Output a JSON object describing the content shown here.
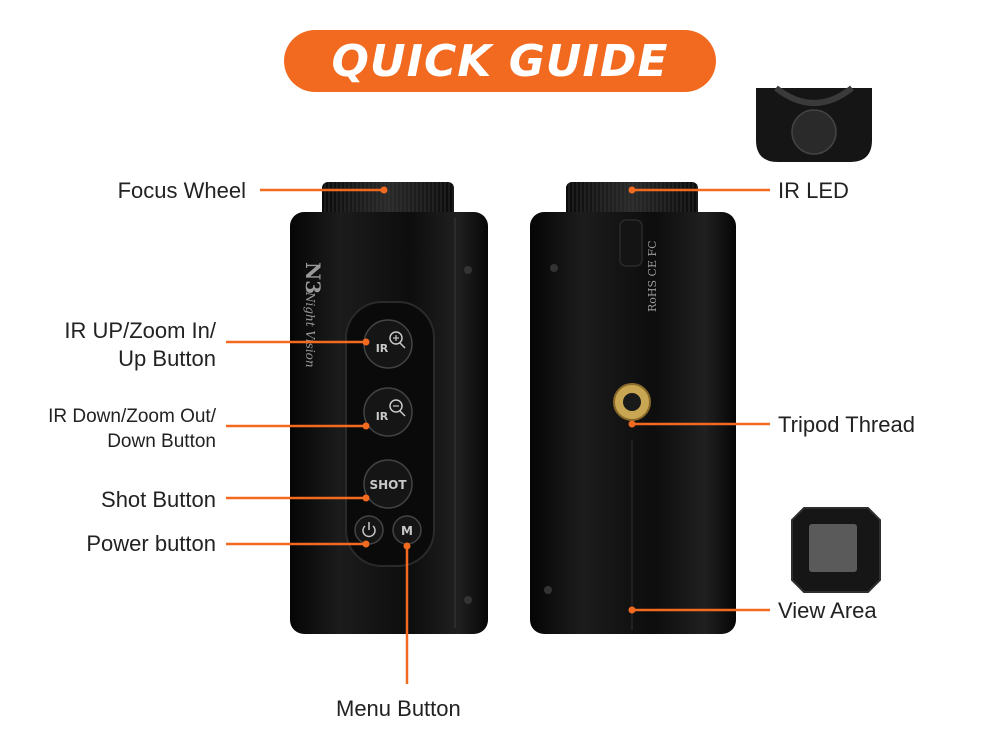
{
  "banner": {
    "title": "QUICK GUIDE"
  },
  "device": {
    "model": "N3",
    "model_sub": "Night Vision",
    "ir_button": "IR",
    "shot_button": "SHOT",
    "menu_button": "M",
    "cert_marks": "RoHS CE FC"
  },
  "labels": {
    "focus_wheel": "Focus Wheel",
    "ir_up_line1": "IR UP/Zoom In/",
    "ir_up_line2": "Up Button",
    "ir_down_line1": "IR Down/Zoom Out/",
    "ir_down_line2": "Down Button",
    "shot_button": "Shot Button",
    "power_button": "Power button",
    "menu_button": "Menu Button",
    "ir_led": "IR LED",
    "tripod_thread": "Tripod Thread",
    "view_area": "View Area"
  },
  "colors": {
    "accent": "#f26a1f",
    "body": "#111111",
    "text": "#222222"
  }
}
